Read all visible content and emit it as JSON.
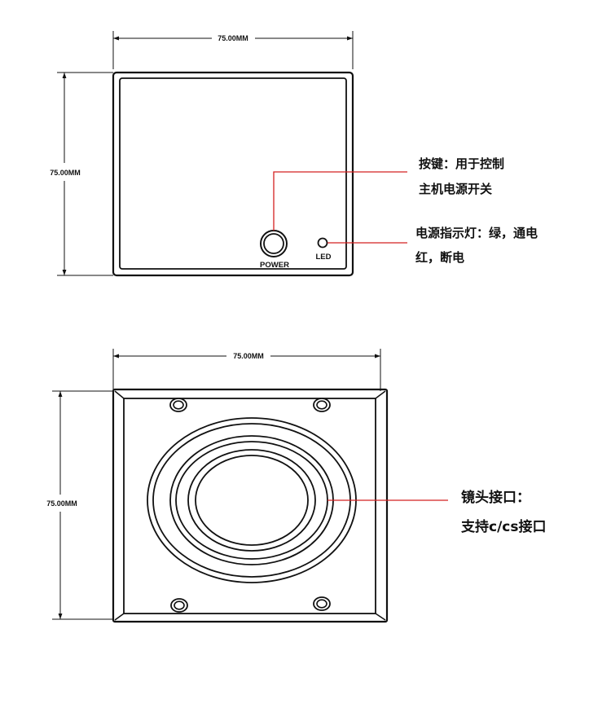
{
  "colors": {
    "line": "#111111",
    "leader": "#d42020",
    "background": "#ffffff"
  },
  "front_view": {
    "width_dimension": "75.00MM",
    "height_dimension": "75.00MM",
    "power_button_label": "POWER",
    "led_label": "LED",
    "callout_button_line1": "按键：用于控制",
    "callout_button_line2": "主机电源开关",
    "callout_led_line1": "电源指示灯：绿，通电",
    "callout_led_line2": "红，断电"
  },
  "rear_view": {
    "width_dimension": "75.00MM",
    "height_dimension": "75.00MM",
    "callout_lens_line1": "镜头接口：",
    "callout_lens_line2": "支持c/cs接口"
  }
}
